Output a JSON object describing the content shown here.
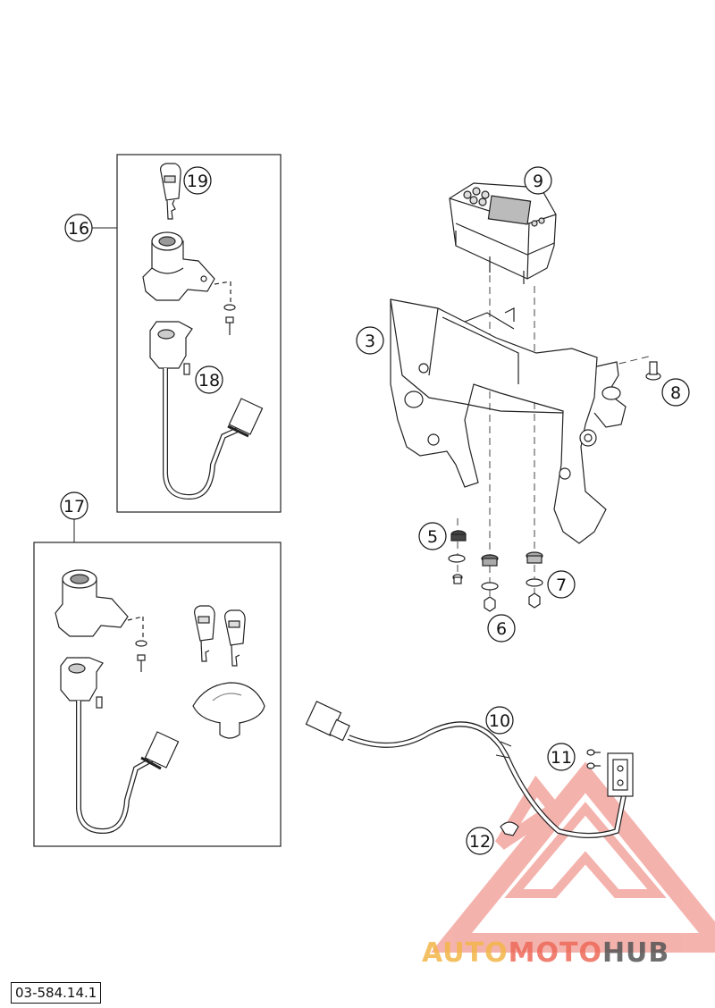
{
  "diagram": {
    "reference_code": "03-584.14.1",
    "callouts": [
      "3",
      "5",
      "6",
      "7",
      "8",
      "9",
      "10",
      "11",
      "12",
      "16",
      "17",
      "18",
      "19"
    ],
    "watermark": {
      "part1": "AUTO",
      "part2": "MOTO",
      "part3": "HUB",
      "color1": "#f3b64a",
      "color2": "#ee6a5a",
      "color3": "#555555"
    }
  }
}
